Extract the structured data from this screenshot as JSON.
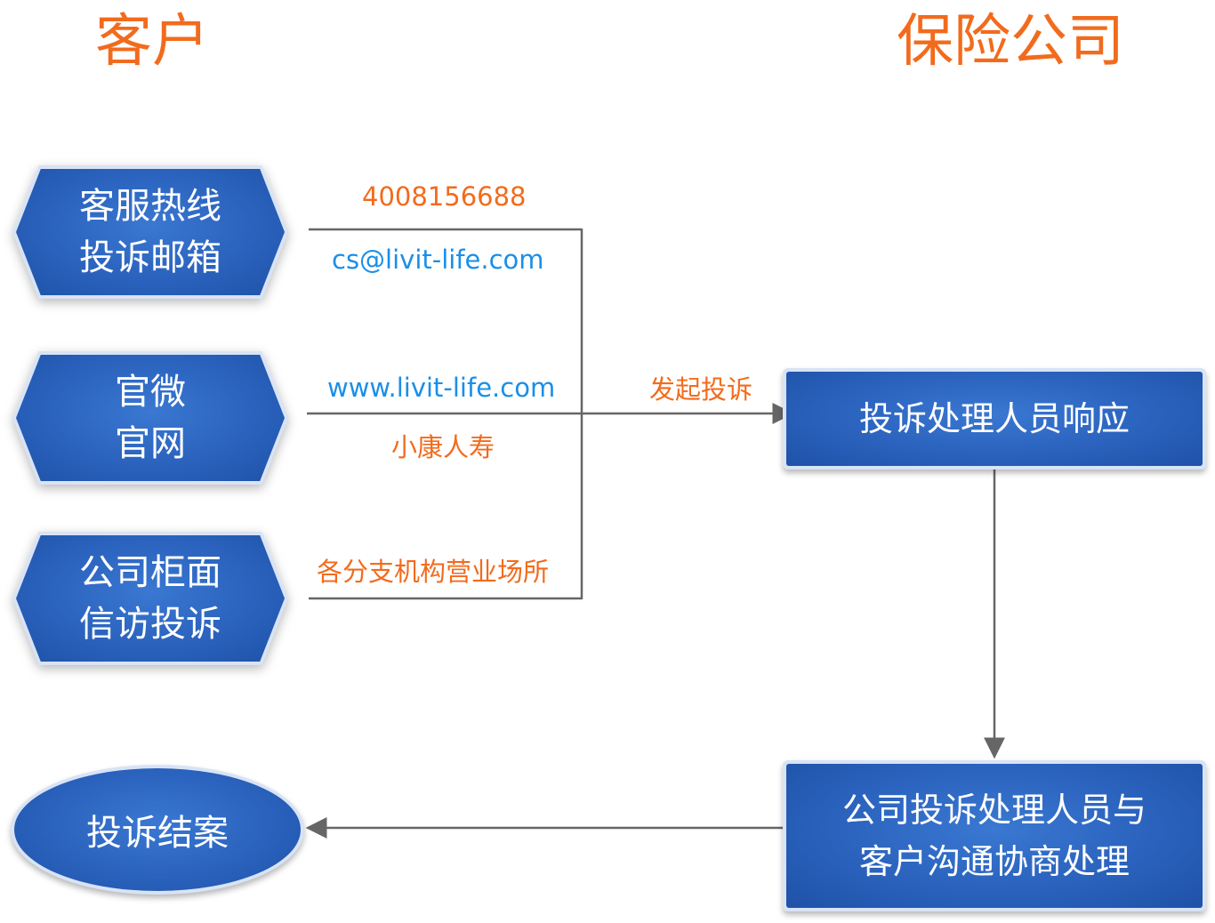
{
  "headings": {
    "customer": "客户",
    "insurer": "保险公司"
  },
  "channels": [
    {
      "line1": "客服热线",
      "line2": "投诉邮箱"
    },
    {
      "line1": "官微",
      "line2": "官网"
    },
    {
      "line1": "公司柜面",
      "line2": "信访投诉"
    }
  ],
  "labels": {
    "phone": "4008156688",
    "email": "cs@livit-life.com",
    "website": "www.livit-life.com",
    "wechat_account": "小康人寿",
    "branches": "各分支机构营业场所",
    "initiate": "发起投诉"
  },
  "steps": {
    "respond": "投诉处理人员响应",
    "negotiate_line1": "公司投诉处理人员与",
    "negotiate_line2": "客户沟通协商处理",
    "closure": "投诉结案"
  },
  "colors": {
    "heading": "#f26b1d",
    "label_orange": "#f26b1d",
    "label_blue": "#1a8fe8",
    "node_fill": "#2a62bd",
    "connector": "#666666"
  }
}
